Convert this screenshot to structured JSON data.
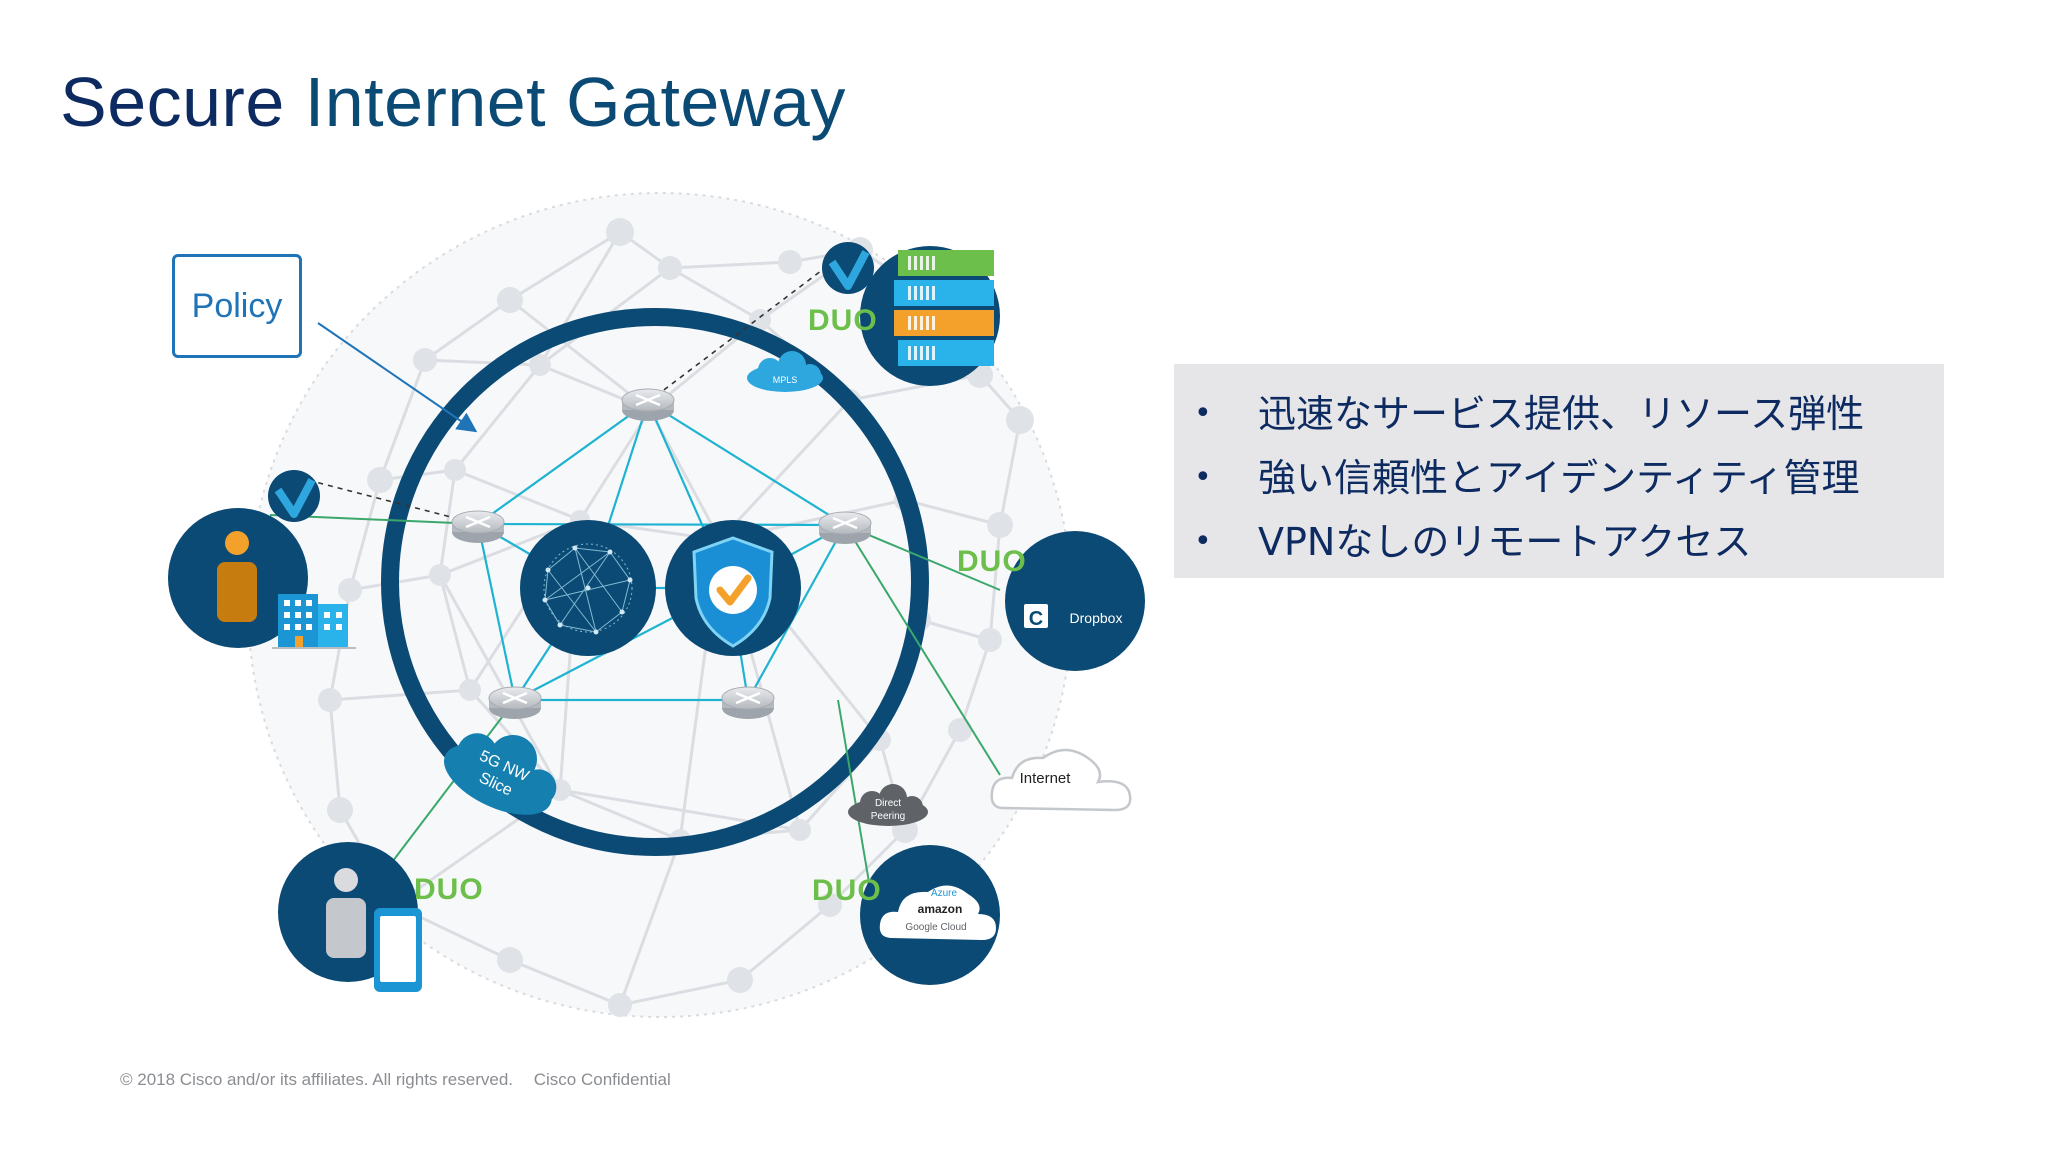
{
  "slide": {
    "title_part1": "Secure",
    "title_part2": "Internet Gateway",
    "bullets": [
      "迅速なサービス提供、リソース弾性",
      "強い信頼性とアイデンティティ管理",
      "VPNなしのリモートアクセス"
    ],
    "footer": {
      "copyright": "© 2018  Cisco and/or its affiliates. All rights reserved.",
      "confidential": "Cisco Confidential"
    }
  },
  "diagram": {
    "policy_label": "Policy",
    "mpls_label": "MPLS",
    "slice_label_line1": "5G NW",
    "slice_label_line2": "Slice",
    "direct_peering_line1": "Direct",
    "direct_peering_line2": "Peering",
    "internet_label": "Internet",
    "duo_label": "DUO",
    "dropbox_label": "Dropbox",
    "azure_label": "Azure",
    "amazon_label": "amazon",
    "google_cloud_label": "Google Cloud",
    "icons": [
      "policy-arrow",
      "router-icon",
      "shield-check-icon",
      "globe-mesh-icon",
      "user-icon",
      "building-icon",
      "mobile-phone-icon",
      "server-rack-icon",
      "cloud-icon",
      "checkmark-badge-icon"
    ],
    "colors": {
      "ring": "#0b4a74",
      "link": "#1fb3d2",
      "accent_green": "#6dbf4b",
      "shield_blue": "#1a8fd6",
      "check_orange": "#f3a12a"
    }
  }
}
